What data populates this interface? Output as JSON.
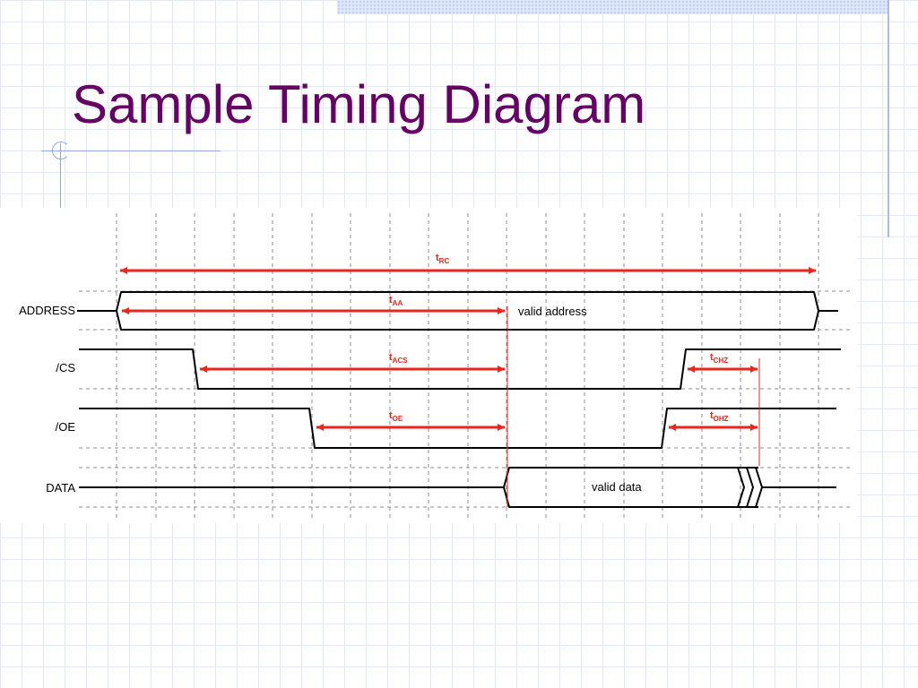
{
  "slide": {
    "title": "Sample Timing Diagram"
  },
  "signals": [
    {
      "id": "address",
      "label": "ADDRESS"
    },
    {
      "id": "cs",
      "label": "/CS"
    },
    {
      "id": "oe",
      "label": "/OE"
    },
    {
      "id": "data",
      "label": "DATA"
    }
  ],
  "bus_text": {
    "address": "valid address",
    "data": "valid data"
  },
  "parameters": [
    {
      "id": "trc",
      "base": "t",
      "sub": "RC"
    },
    {
      "id": "taa",
      "base": "t",
      "sub": "AA"
    },
    {
      "id": "tacs",
      "base": "t",
      "sub": "ACS"
    },
    {
      "id": "toe",
      "base": "t",
      "sub": "OE"
    },
    {
      "id": "tchz",
      "base": "t",
      "sub": "CHZ"
    },
    {
      "id": "tohz",
      "base": "t",
      "sub": "OHZ"
    }
  ],
  "colors": {
    "title": "#660066",
    "annotation": "#e8261c",
    "grid": "#8c8c8c"
  }
}
